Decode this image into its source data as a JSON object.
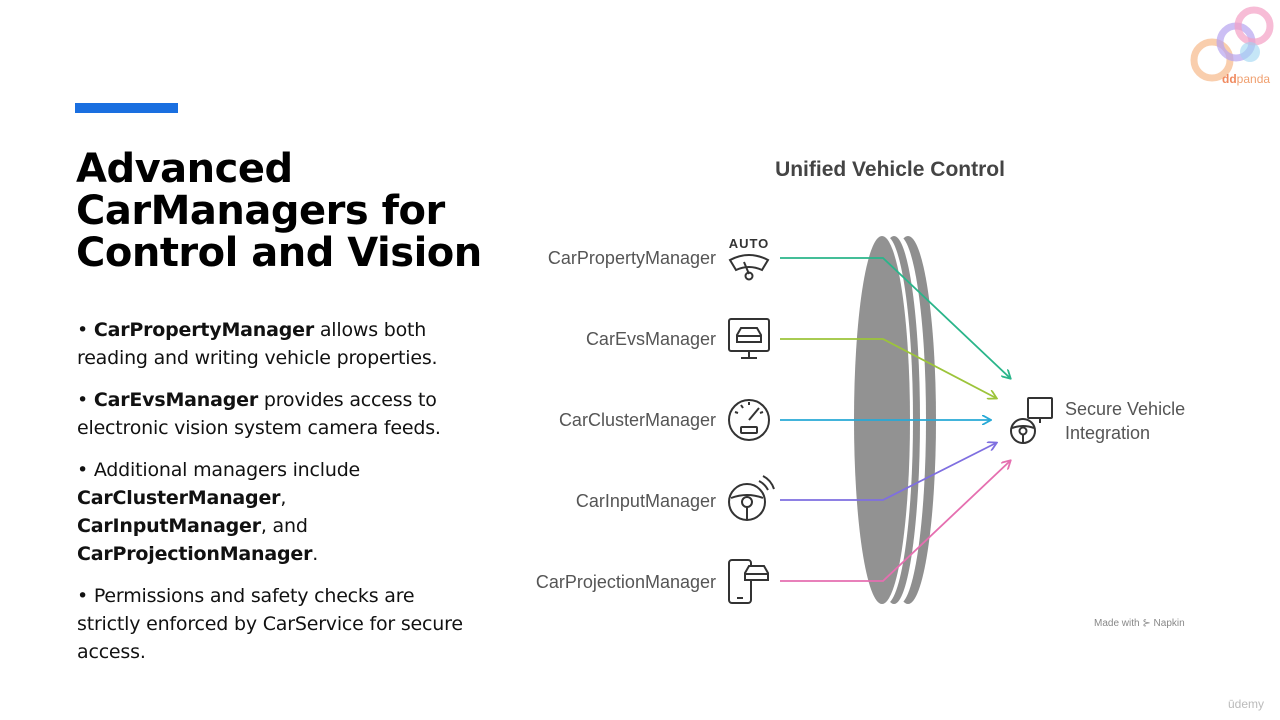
{
  "slide": {
    "title": "Advanced CarManagers for Control and Vision",
    "bullets": [
      {
        "parts": [
          {
            "t": "• ",
            "b": false
          },
          {
            "t": "CarPropertyManager",
            "b": true
          },
          {
            "t": " allows both reading and writing vehicle properties.",
            "b": false
          }
        ]
      },
      {
        "parts": [
          {
            "t": "• ",
            "b": false
          },
          {
            "t": "CarEvsManager",
            "b": true
          },
          {
            "t": " provides access to electronic vision system camera feeds.",
            "b": false
          }
        ]
      },
      {
        "parts": [
          {
            "t": "• Additional managers include ",
            "b": false
          },
          {
            "t": "CarClusterManager",
            "b": true
          },
          {
            "t": ", ",
            "b": false
          },
          {
            "t": "CarInputManager",
            "b": true
          },
          {
            "t": ", and ",
            "b": false
          },
          {
            "t": "CarProjectionManager",
            "b": true
          },
          {
            "t": ".",
            "b": false
          }
        ]
      },
      {
        "parts": [
          {
            "t": "• Permissions and safety checks are strictly enforced by CarService for secure access.",
            "b": false
          }
        ]
      }
    ]
  },
  "diagram": {
    "title": "Unified Vehicle Control",
    "managers": [
      {
        "label": "CarPropertyManager",
        "icon": "wiper-auto-icon",
        "icon_text": "AUTO",
        "color": "#2ab58a"
      },
      {
        "label": "CarEvsManager",
        "icon": "monitor-car-icon",
        "color": "#9cc43a"
      },
      {
        "label": "CarClusterManager",
        "icon": "speedometer-icon",
        "color": "#27a9d6"
      },
      {
        "label": "CarInputManager",
        "icon": "steering-wheel-signal-icon",
        "color": "#7f6fe0"
      },
      {
        "label": "CarProjectionManager",
        "icon": "phone-car-icon",
        "color": "#e56fb0"
      }
    ],
    "target": {
      "label": "Secure Vehicle Integration",
      "icon": "steering-monitor-icon"
    },
    "lens_color": "#8f8f8f"
  },
  "footer": {
    "made_with": "Made with",
    "napkin": "Napkin",
    "watermark": "ūdemy",
    "logo_text": "panda",
    "logo_prefix": "dd"
  }
}
